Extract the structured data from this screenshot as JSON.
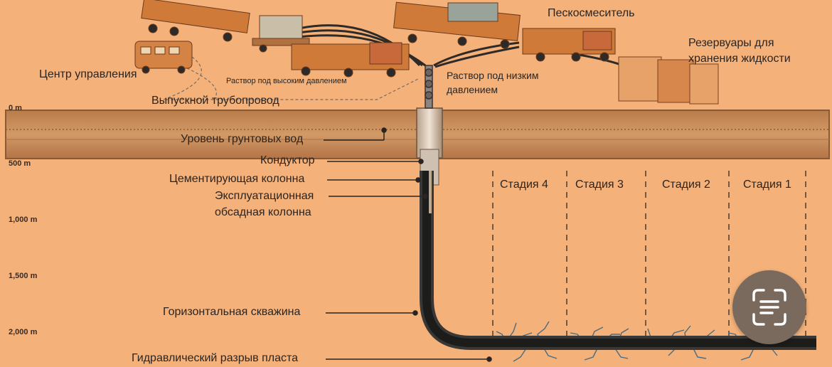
{
  "surface_labels": {
    "control_center": "Центр управления",
    "high_pressure": "Раствор под высоким давлением",
    "low_pressure_1": "Раствор под низким",
    "low_pressure_2": "давлением",
    "blender": "Пескосмеситель",
    "tanks_1": "Резервуары для",
    "tanks_2": "хранения жидкости",
    "flowback_line": "Выпускной трубопровод"
  },
  "depth_markers": [
    "0 m",
    "500 m",
    "1,000 m",
    "1,500 m",
    "2,000 m"
  ],
  "well_labels": {
    "groundwater": "Уровень грунтовых вод",
    "conductor": "Кондуктор",
    "cement_casing": "Цементирующая колонна",
    "production_casing_1": "Эксплуатационная",
    "production_casing_2": "обсадная колонна",
    "horizontal_well": "Горизонтальная скважина",
    "hydraulic_fracturing": "Гидравлический разрыв пласта"
  },
  "stages": [
    "Стадия 4",
    "Стадия 3",
    "Стадия 2",
    "Стадия 1"
  ],
  "lens_button": {
    "icon": "scan-text-icon"
  },
  "colors": {
    "background": "#f4b27a",
    "ground_band": "#c88a57",
    "pipe": "#2a2a28",
    "fracture": "#4a6b80",
    "truck": "#d07a3a"
  }
}
